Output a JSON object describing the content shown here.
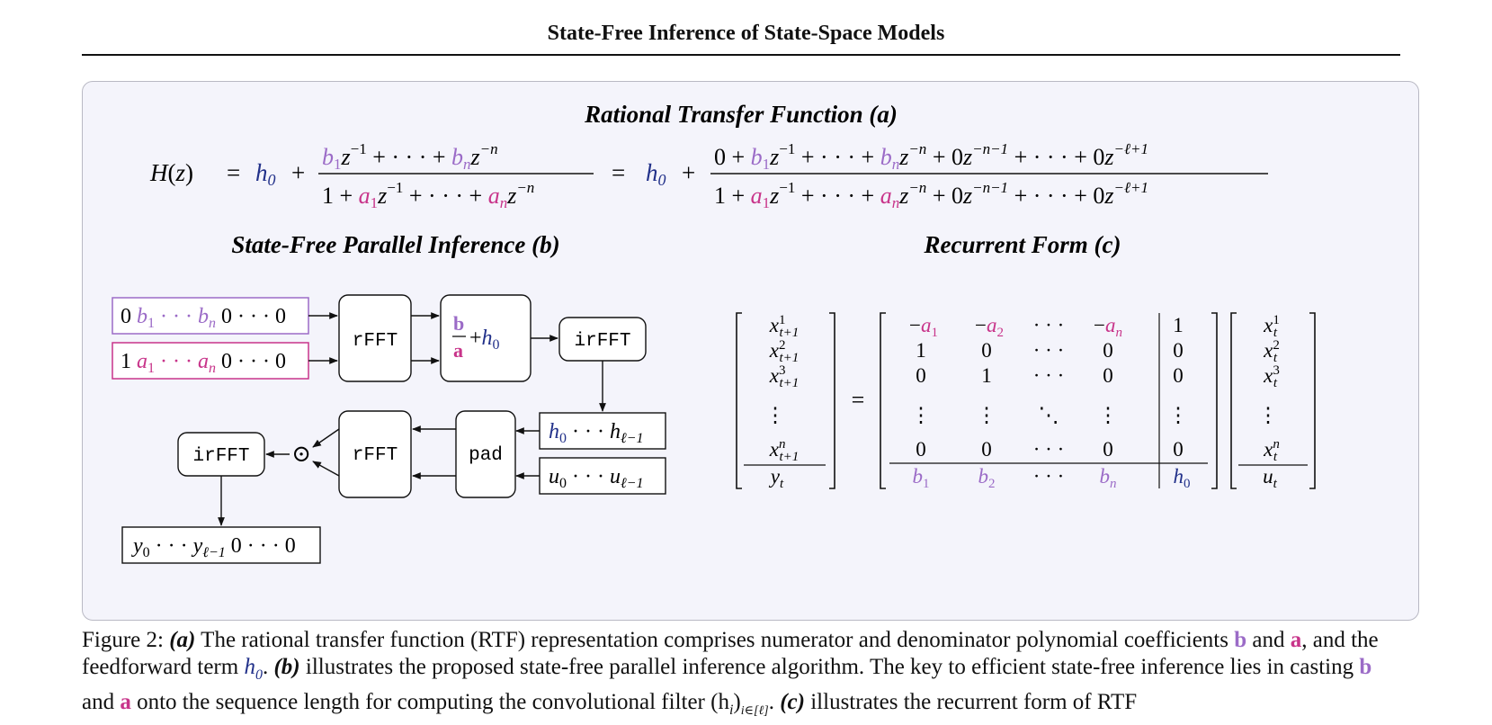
{
  "header": {
    "title": "State-Free Inference of State-Space Models"
  },
  "colors": {
    "b_coeff": "#9b6bc7",
    "a_coeff": "#c8348a",
    "h0": "#22318a",
    "panel_bg": "#f4f4fb"
  },
  "figure": {
    "section_a_title": "Rational Transfer Function (a)",
    "section_b_title": "State-Free Parallel Inference (b)",
    "section_c_title": "Recurrent Form (c)",
    "equation": {
      "lhs": "H(z)",
      "eq": "=",
      "h0": "h0",
      "plus": "+",
      "num1": "b1 z^-1 + ··· + bn z^-n",
      "den1": "1 + a1 z^-1 + ··· + an z^-n",
      "num2": "0 + b1 z^-1 + ··· + bn z^-n + 0z^-n-1 + ··· + 0z^-ℓ+1",
      "den2": "1 + a1 z^-1 + ··· + an z^-n + 0z^-n-1 + ··· + 0z^-ℓ+1"
    },
    "diagram": {
      "b_vector": "0 b1 ··· bn 0 ··· 0",
      "a_vector": "1 a1 ··· an 0 ··· 0",
      "rfft_label": "rFFT",
      "irfft_label": "irFFT",
      "pad_label": "pad",
      "ratio_label": "b/a + h0",
      "h_vector": "h0 ··· hℓ−1",
      "u_vector": "u0 ··· uℓ−1",
      "y_vector": "y0 ··· yℓ−1 0···0",
      "hadamard": "⊙"
    },
    "recurrent": {
      "lhs_vector": [
        "x_{t+1}^1",
        "x_{t+1}^2",
        "x_{t+1}^3",
        "⋮",
        "x_{t+1}^n",
        "y_t"
      ],
      "equals": "=",
      "matrix_rows": [
        [
          "−a1",
          "−a2",
          "···",
          "−an",
          "1"
        ],
        [
          "1",
          "0",
          "···",
          "0",
          "0"
        ],
        [
          "0",
          "1",
          "···",
          "0",
          "0"
        ],
        [
          "⋮",
          "⋮",
          "⋱",
          "⋮",
          "⋮"
        ],
        [
          "0",
          "0",
          "···",
          "0",
          "0"
        ],
        [
          "b1",
          "b2",
          "···",
          "bn",
          "h0"
        ]
      ],
      "rhs_vector": [
        "x_t^1",
        "x_t^2",
        "x_t^3",
        "⋮",
        "x_t^n",
        "u_t"
      ]
    }
  },
  "caption": {
    "figure_label": "Figure 2:",
    "a_label": "(a)",
    "a_text_1": " The rational transfer function (RTF) representation comprises numerator and denominator polynomial coefficients ",
    "b_symbol": "b",
    "and_1": " and ",
    "a_symbol": "a",
    "a_text_2": ", and the feedforward term ",
    "h0_symbol": "h0",
    "period": ". ",
    "b_label": "(b)",
    "b_text": " illustrates the proposed state-free parallel inference algorithm. The key to efficient state-free inference lies in casting ",
    "b_symbol_2": "b",
    "and_2": " and ",
    "a_symbol_2": "a",
    "b_text_2": " onto the sequence length for computing the convolutional filter (h",
    "filter_sub": "i",
    "filter_close": ")",
    "filter_range": "i∈[ℓ]",
    "period_2": ". ",
    "c_label": "(c)",
    "c_text": " illustrates the recurrent form of RTF"
  }
}
